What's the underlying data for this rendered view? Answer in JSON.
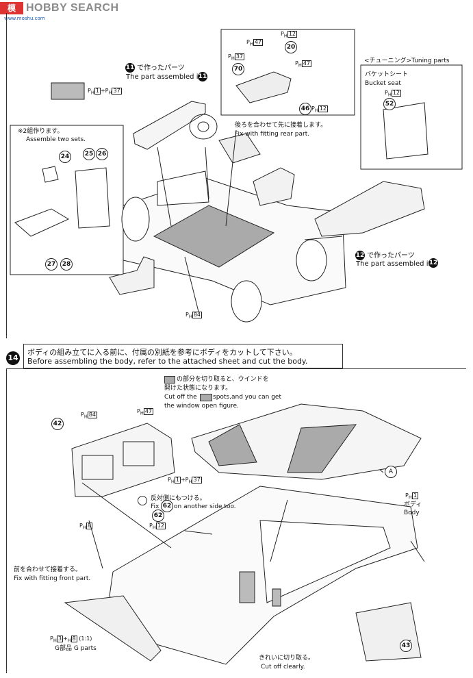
{
  "watermark": {
    "brand": "HOBBY SEARCH",
    "logo": "模",
    "site": "www.moshu.com"
  },
  "step13": {
    "sub11": {
      "jp": "で作ったパーツ",
      "en": "The part assembled in",
      "num": "11"
    },
    "sub12": {
      "jp": "で作ったパーツ",
      "en": "The part assembled in",
      "num": "12"
    },
    "paint": {
      "a": "1",
      "b": "37"
    },
    "two_sets": {
      "jp": "※2組作ります。",
      "en": "Assemble two sets."
    },
    "fit_rear": {
      "jp": "後ろを合わせて先に接着します。",
      "en": "Fix with fitting rear part."
    },
    "tuning": {
      "title": "<チューニング>Tuning parts",
      "jp": "バケットシート",
      "en": "Bucket seat",
      "paint": "12",
      "part": "52"
    },
    "parts": [
      "24",
      "25",
      "26",
      "27",
      "28",
      "70",
      "20",
      "46"
    ],
    "paint_tags": [
      "47",
      "12",
      "37",
      "47",
      "12",
      "84"
    ]
  },
  "step14": {
    "num": "14",
    "note_jp": "ボディの組み立てに入る前に、付属の別紙を参考にボディをカットして下さい。",
    "note_en": "Before assembling the body, refer to the attached sheet and cut the body.",
    "window_jp1": "の部分を切り取ると、ウインドを",
    "window_jp2": "開けた状態になります。",
    "window_en1": "Cut off the",
    "window_en2": "spots,and you can get",
    "window_en3": "the window open figure.",
    "other_side_jp": "反対側にもつける。",
    "other_side_en": "on another side too.",
    "fix": "Fix",
    "body_jp": "ボディ",
    "body_en": "Body",
    "front_jp": "前を合わせて接着する。",
    "front_en": "Fix with fitting front part.",
    "g_parts": "G部品 G parts",
    "ratio": "(1:1)",
    "cut_jp": "きれいに切り取る。",
    "cut_en": "Cut off clearly.",
    "label_a": "A",
    "parts": [
      "42",
      "62",
      "43"
    ],
    "paint_tags": [
      "84",
      "47",
      "8",
      "12",
      "1",
      "37",
      "3",
      "8"
    ]
  }
}
